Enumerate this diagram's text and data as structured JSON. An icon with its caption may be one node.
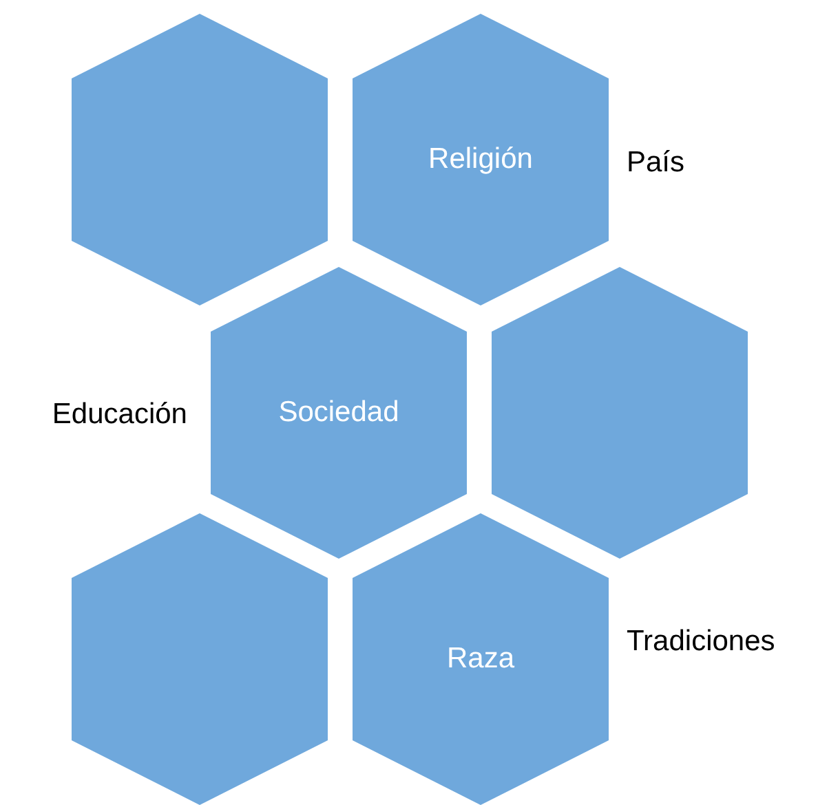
{
  "diagram": {
    "nodes": [
      {
        "text": [],
        "shape": "hexagon"
      },
      {
        "text": [
          "Religión"
        ],
        "beside": [
          "País"
        ]
      },
      {
        "text": [
          "Sociedad"
        ],
        "beside": [
          "Educación"
        ]
      },
      {
        "text": [],
        "shape": "hexagon"
      },
      {
        "text": [],
        "shape": "hexagon"
      },
      {
        "text": [
          "Raza"
        ],
        "beside": [
          "Tradiciones"
        ]
      }
    ]
  }
}
